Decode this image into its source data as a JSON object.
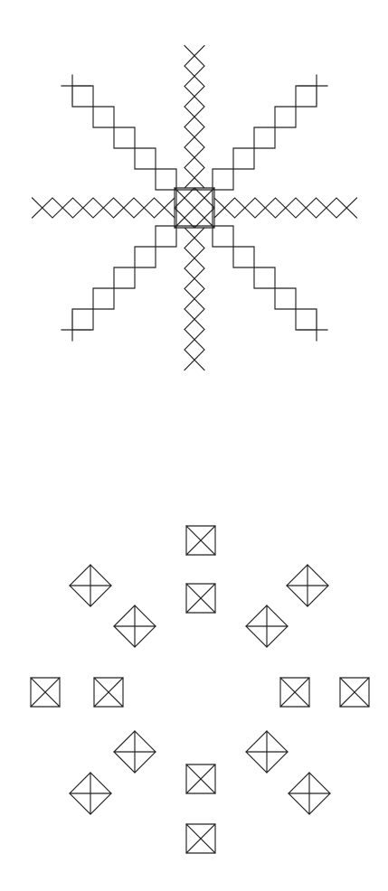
{
  "figures": [
    {
      "id": "star-figure",
      "description_kind": "eight-armed star of zigzag/crossing lines",
      "arms": 8,
      "ink_color": "#222222"
    },
    {
      "id": "tile-ring-figure",
      "description_kind": "ring of boxed-cross and diamond-cross tiles",
      "boxed_cross_tiles": 8,
      "diamond_cross_tiles": 8,
      "ink_color": "#222222"
    }
  ],
  "colors": {
    "background": "#ffffff",
    "ink": "#222222"
  }
}
